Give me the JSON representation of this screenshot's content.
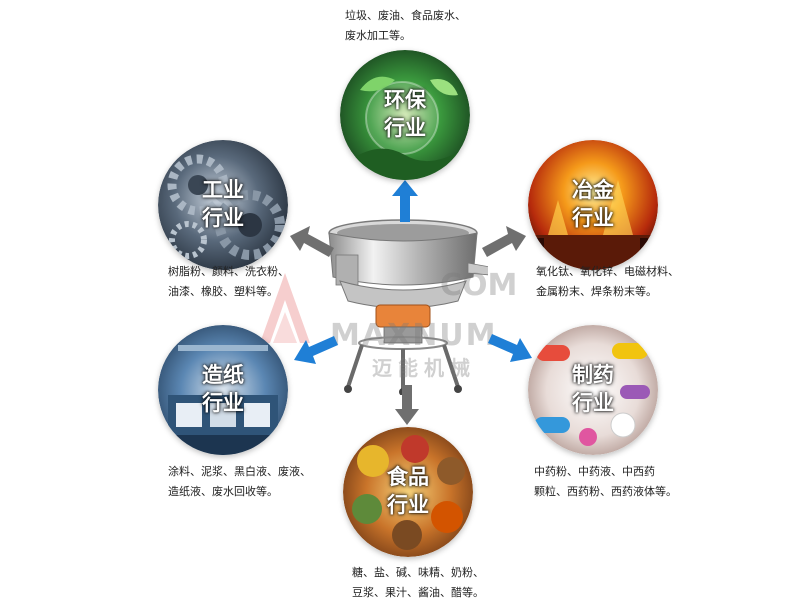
{
  "industries": {
    "environmental": {
      "title_line1": "环保",
      "title_line2": "行业",
      "desc_line1": "垃圾、废油、食品废水、",
      "desc_line2": "废水加工等。",
      "icon": "leaf-globe",
      "accent": "#4caf50"
    },
    "industrial": {
      "title_line1": "工业",
      "title_line2": "行业",
      "desc_line1": "树脂粉、颜料、洗衣粉、",
      "desc_line2": "油漆、橡胶、塑料等。",
      "icon": "gears",
      "accent": "#5a6f86"
    },
    "metallurgy": {
      "title_line1": "冶金",
      "title_line2": "行业",
      "desc_line1": "氧化钛、氧化锌、电磁材料、",
      "desc_line2": "金属粉末、焊条粉末等。",
      "icon": "molten-metal",
      "accent": "#e0561a"
    },
    "paper": {
      "title_line1": "造纸",
      "title_line2": "行业",
      "desc_line1": "涂料、泥浆、黑白液、废液、",
      "desc_line2": "造纸液、废水回收等。",
      "icon": "paper-factory",
      "accent": "#3c6e9c"
    },
    "pharma": {
      "title_line1": "制药",
      "title_line2": "行业",
      "desc_line1": "中药粉、中药液、中西药",
      "desc_line2": "颗粒、西药粉、西药液体等。",
      "icon": "pills",
      "accent": "#c0392b"
    },
    "food": {
      "title_line1": "食品",
      "title_line2": "行业",
      "desc_line1": "糖、盐、碱、味精、奶粉、",
      "desc_line2": "豆浆、果汁、酱油、醋等。",
      "icon": "spices",
      "accent": "#d4901e"
    }
  },
  "watermark": {
    "brand_en": "MAXNUM",
    "brand_cn": "迈能机械",
    "brand_en_faint": "COM"
  },
  "colors": {
    "arrow_gray": "#6f6f6f",
    "arrow_blue": "#1f7fd6"
  }
}
